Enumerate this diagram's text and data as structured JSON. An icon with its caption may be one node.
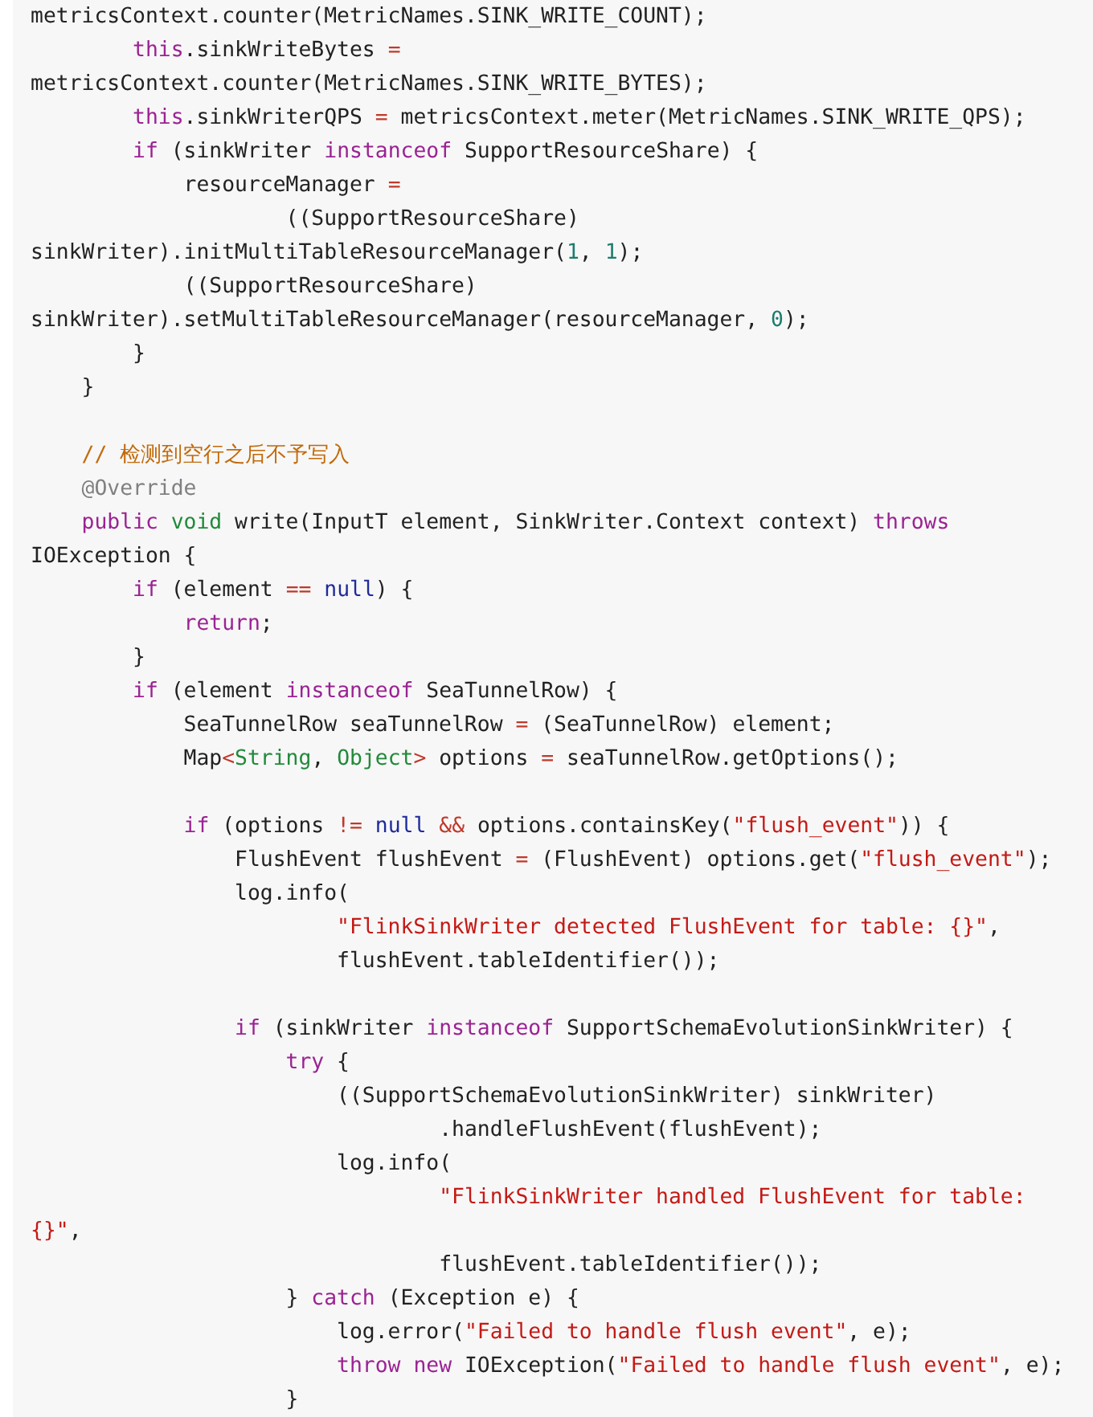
{
  "diagram": {
    "labels": [
      "metricsContext.counter(MetricNames.SINK_WRITE_COUNT);",
      "this.sinkWriteBytes =",
      "metricsContext.counter(MetricNames.SINK_WRITE_BYTES);",
      "this.sinkWriterQPS = metricsContext.meter(MetricNames.SINK_WRITE_QPS);",
      "if (sinkWriter instanceof SupportResourceShare) {",
      "resourceManager =",
      "((SupportResourceShare)",
      "sinkWriter).initMultiTableResourceManager(1, 1);",
      "((SupportResourceShare)",
      "sinkWriter).setMultiTableResourceManager(resourceManager, 0);",
      "}",
      "}",
      "// 检测到空行之后不予写入",
      "@Override",
      "public void write(InputT element, SinkWriter.Context context) throws",
      "IOException {",
      "if (element == null) {",
      "return;",
      "}",
      "if (element instanceof SeaTunnelRow) {",
      "SeaTunnelRow seaTunnelRow = (SeaTunnelRow) element;",
      "Map<String, Object> options = seaTunnelRow.getOptions();",
      "if (options != null && options.containsKey(\"flush_event\")) {",
      "FlushEvent flushEvent = (FlushEvent) options.get(\"flush_event\");",
      "log.info(",
      "\"FlinkSinkWriter detected FlushEvent for table: {}\",",
      "flushEvent.tableIdentifier());",
      "if (sinkWriter instanceof SupportSchemaEvolutionSinkWriter) {",
      "try {",
      "((SupportSchemaEvolutionSinkWriter) sinkWriter)",
      ".handleFlushEvent(flushEvent);",
      "log.info(",
      "\"FlinkSinkWriter handled FlushEvent for table:",
      "{}\",",
      "flushEvent.tableIdentifier());",
      "} catch (Exception e) {",
      "log.error(\"Failed to handle flush event\", e);",
      "throw new IOException(\"Failed to handle flush event\", e);",
      "}"
    ]
  }
}
